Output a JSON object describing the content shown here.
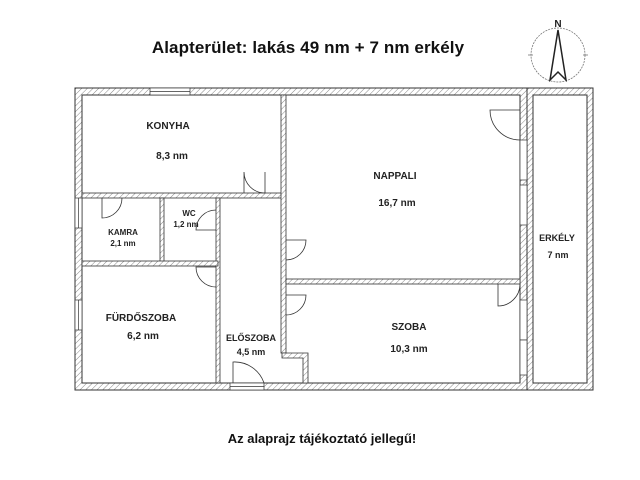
{
  "title": "Alapterület: lakás 49 nm + 7 nm erkély",
  "footer_note": "Az alaprajz tájékoztató jellegű!",
  "compass": {
    "label": "N",
    "icon": "north-arrow-icon"
  },
  "rooms": {
    "konyha": {
      "name": "KONYHA",
      "area": "8,3 nm"
    },
    "kamra": {
      "name": "KAMRA",
      "area": "2,1 nm"
    },
    "wc": {
      "name": "WC",
      "area": "1,2 nm"
    },
    "furdoszoba": {
      "name": "FÜRDŐSZOBA",
      "area": "6,2 nm"
    },
    "eloszoba": {
      "name": "ELŐSZOBA",
      "area": "4,5 nm"
    },
    "nappali": {
      "name": "NAPPALI",
      "area": "16,7 nm"
    },
    "szoba": {
      "name": "SZOBA",
      "area": "10,3 nm"
    },
    "erkely": {
      "name": "ERKÉLY",
      "area": "7 nm"
    }
  },
  "colors": {
    "wall_line": "#333333",
    "hatch": "#777777",
    "text": "#222222",
    "background": "#ffffff"
  }
}
